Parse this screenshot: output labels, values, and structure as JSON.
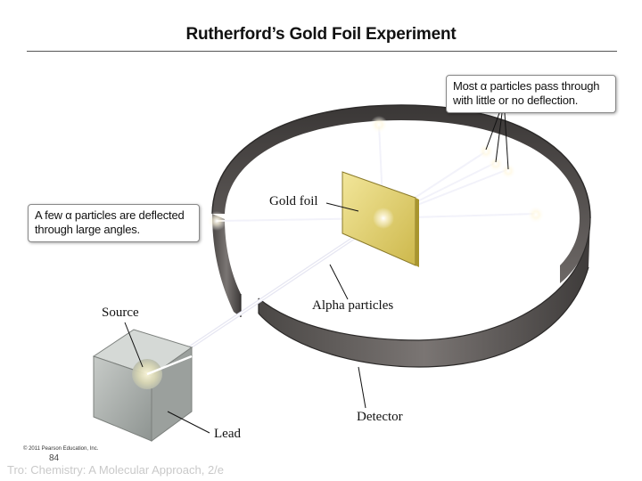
{
  "slide": {
    "title": "Rutherford’s Gold Foil Experiment",
    "copyright": "© 2011 Pearson Education, Inc.",
    "page_number": "84",
    "citation": "Tro: Chemistry: A Molecular Approach, 2/e"
  },
  "callouts": {
    "pass_through": [
      "Most α particles pass through",
      "with little or no deflection."
    ],
    "deflected": [
      "A few α particles are deflected",
      "through large angles."
    ]
  },
  "labels": {
    "gold_foil": "Gold foil",
    "alpha_particles": "Alpha particles",
    "source": "Source",
    "detector": "Detector",
    "lead": "Lead"
  },
  "colors": {
    "detector_ring": "#5e5a57",
    "gold_foil": "#e8d97a",
    "lead_block": "#aeb3b0",
    "beam": "#f4f4ff"
  }
}
